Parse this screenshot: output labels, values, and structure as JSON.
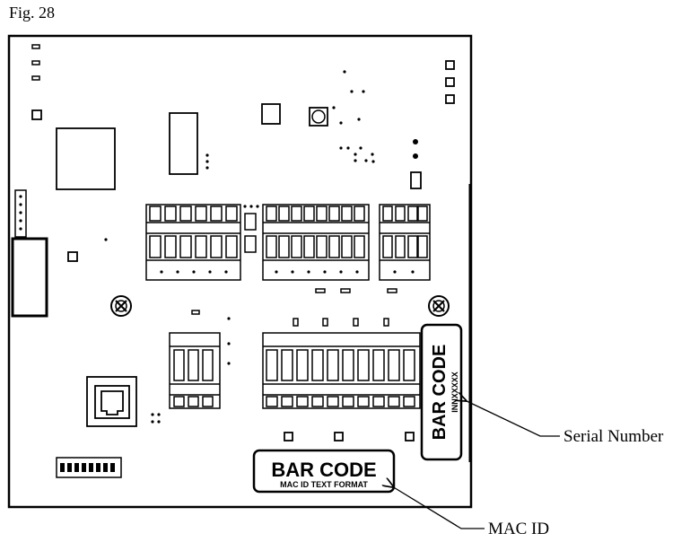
{
  "figure": {
    "title": "Fig. 28"
  },
  "labels": {
    "barcode_vertical": {
      "title": "BAR CODE",
      "subtitle": "INNXXXXX"
    },
    "barcode_horizontal": {
      "title": "BAR CODE",
      "subtitle": "MAC ID TEXT FORMAT"
    }
  },
  "callouts": {
    "serial": "Serial Number",
    "mac": "MAC ID"
  },
  "colors": {
    "line": "#000000",
    "background": "#ffffff"
  }
}
